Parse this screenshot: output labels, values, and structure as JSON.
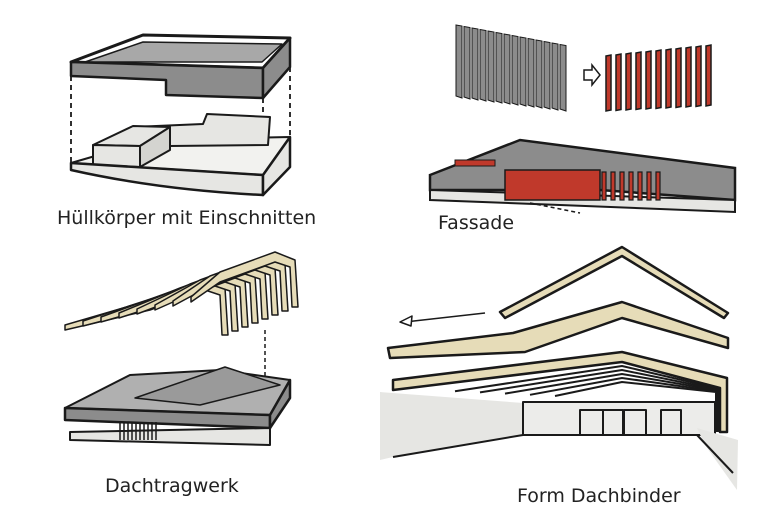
{
  "panels": [
    {
      "label": "Hüllkörper mit Einschnitten"
    },
    {
      "label": "Fassade"
    },
    {
      "label": "Dachtragwerk"
    },
    {
      "label": "Form Dachbinder"
    }
  ],
  "colors": {
    "shell_gray": "#8c8c8c",
    "light_gray": "#e6e6e3",
    "facade_red": "#c0392b",
    "beam_beige": "#e6dcb8",
    "outline": "#1a1a1a"
  }
}
